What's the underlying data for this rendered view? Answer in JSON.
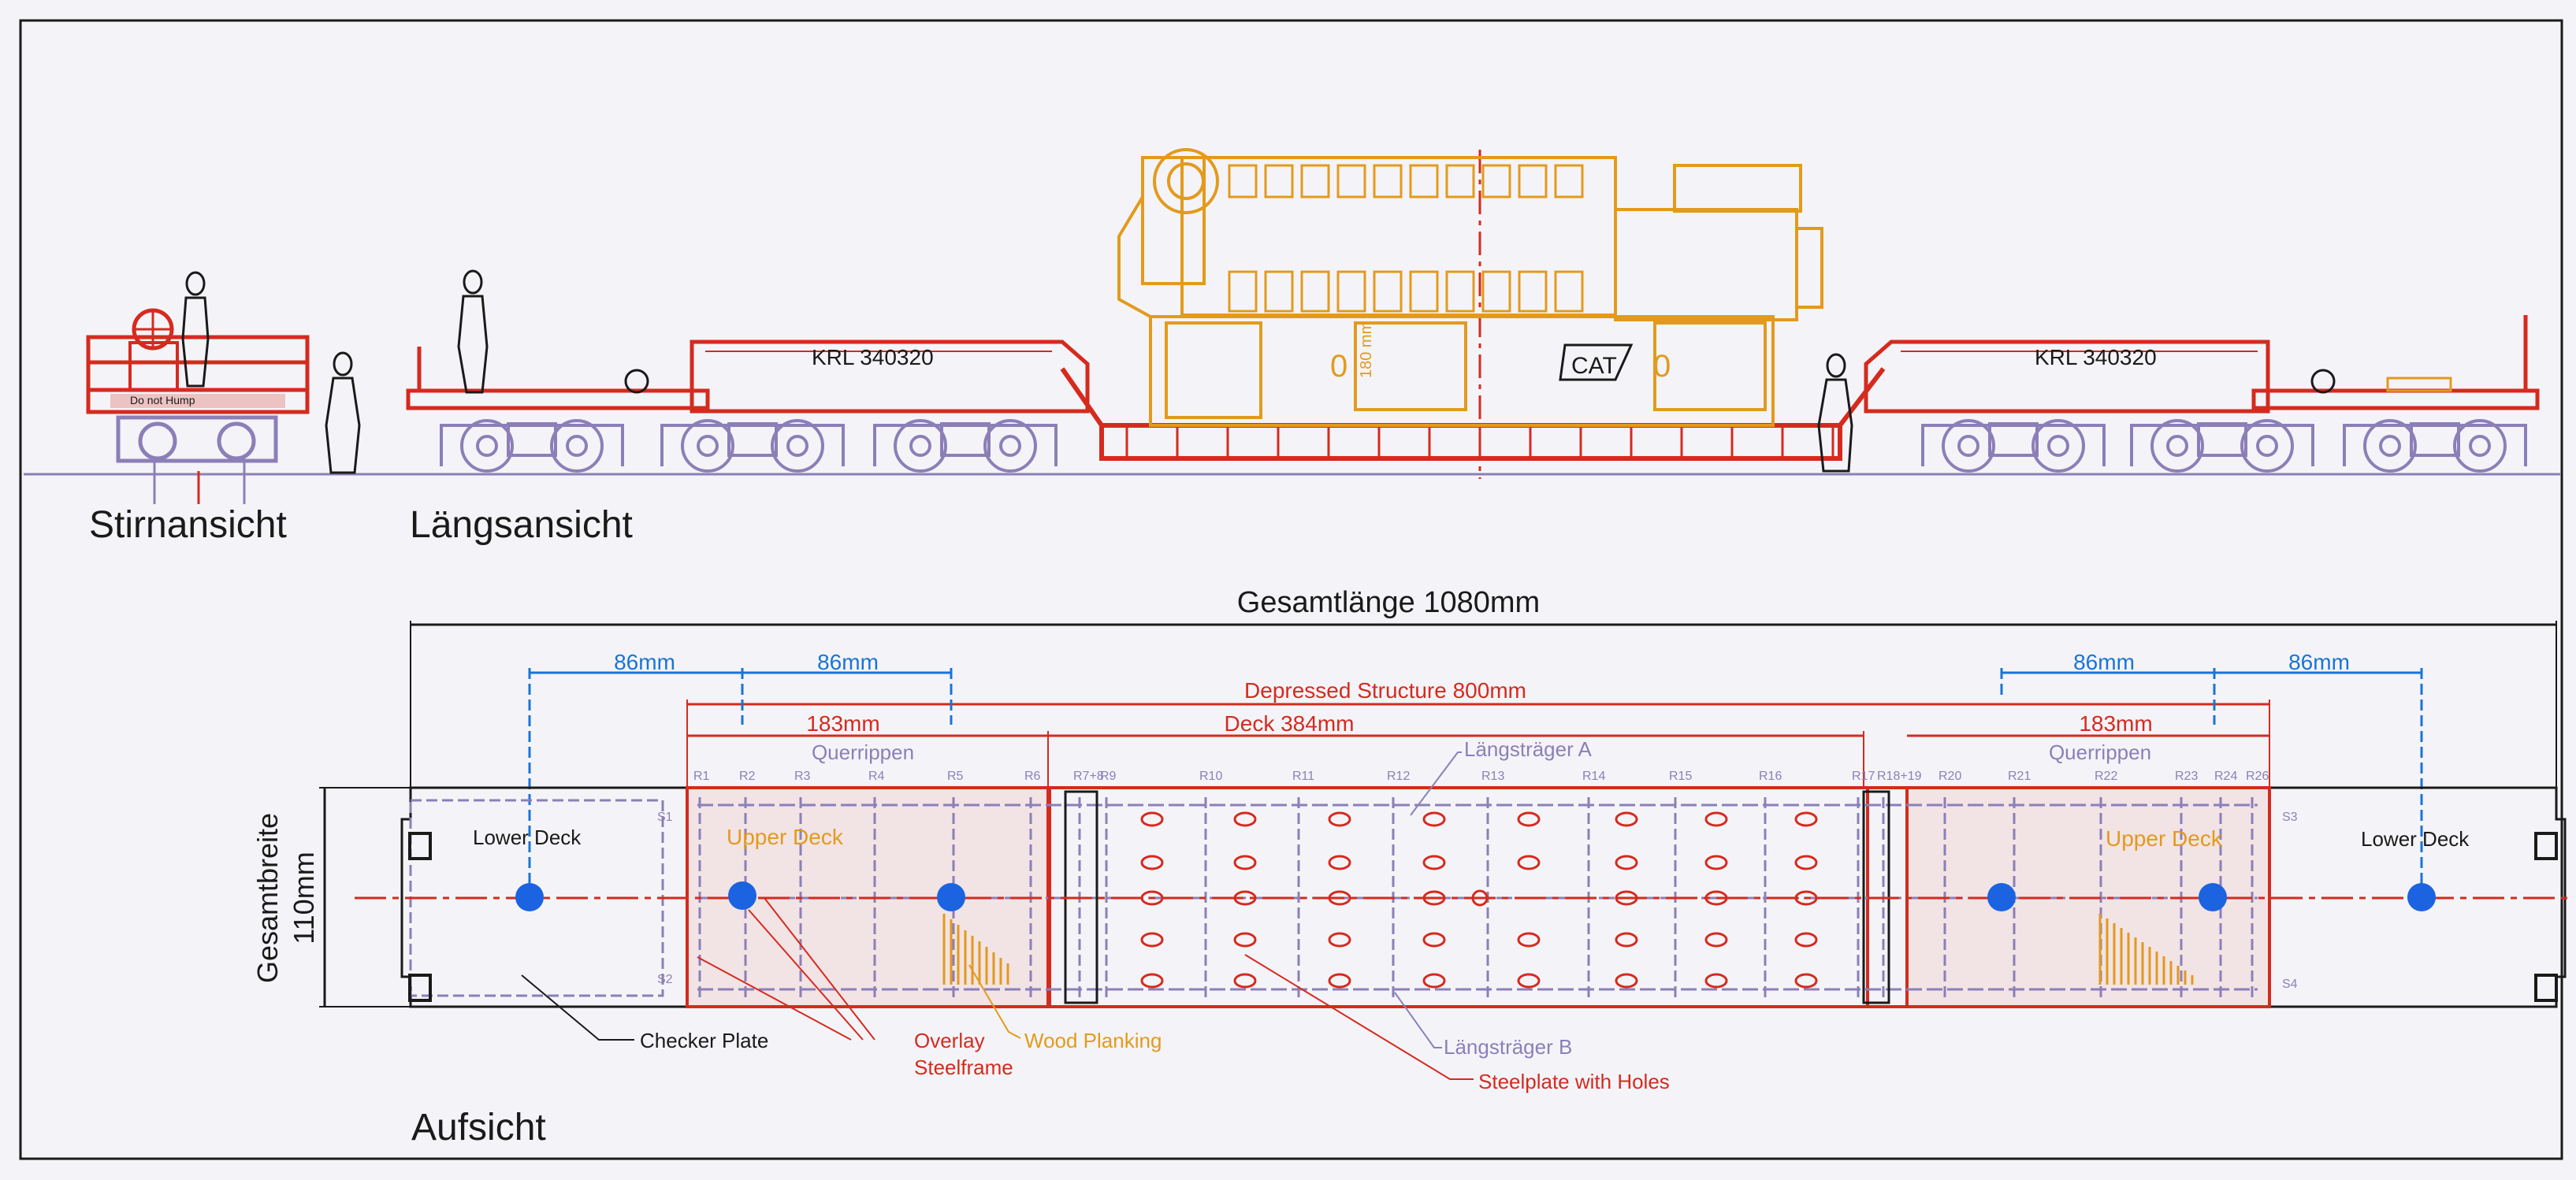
{
  "colors": {
    "frame": "#1a1a1a",
    "car": "#d62a1e",
    "bogie": "#8c7fb8",
    "engine": "#e39a1c",
    "dim_blue": "#1a74d6",
    "blue_dot": "#1b63e0",
    "paper": "#f4f4f8"
  },
  "views": {
    "end": "Stirnansicht",
    "side": "Längsansicht",
    "top": "Aufsicht"
  },
  "end_view": {
    "sign": "Do not Hump"
  },
  "side_view": {
    "car_number_left": "KRL  340320",
    "car_number_right": "KRL  340320",
    "engine_brand": "CAT",
    "engine_height": "180 mm",
    "engine_mark": "0"
  },
  "top_view": {
    "total_length": "Gesamtlänge 1080mm",
    "depressed": "Depressed Structure 800mm",
    "deck": "Deck 384mm",
    "end_183_left": "183mm",
    "end_183_right": "183mm",
    "axle_spacing": [
      "86mm",
      "86mm",
      "86mm",
      "86mm"
    ],
    "width_label_1": "Gesamtbreite",
    "width_label_2": "110mm",
    "querrippen_left": "Querrippen",
    "querrippen_right": "Querrippen",
    "laengstraeger_a": "Längsträger A",
    "laengstraeger_b": "Längsträger B",
    "lower_deck_left": "Lower Deck",
    "lower_deck_right": "Lower Deck",
    "upper_deck_left": "Upper Deck",
    "upper_deck_right": "Upper Deck",
    "ribs": [
      "R1",
      "R2",
      "R3",
      "R4",
      "R5",
      "R6",
      "R7+8",
      "R9",
      "R10",
      "R11",
      "R12",
      "R13",
      "R14",
      "R15",
      "R16",
      "R17",
      "R18+19",
      "R20",
      "R21",
      "R22",
      "R23",
      "R24",
      "R26"
    ],
    "stringers": [
      "S1",
      "S2",
      "S3",
      "S4"
    ],
    "callouts": {
      "checker_plate": "Checker Plate",
      "overlay_1": "Overlay",
      "overlay_2": "Steelframe",
      "wood": "Wood Planking",
      "steelplate": "Steelplate with Holes"
    }
  }
}
